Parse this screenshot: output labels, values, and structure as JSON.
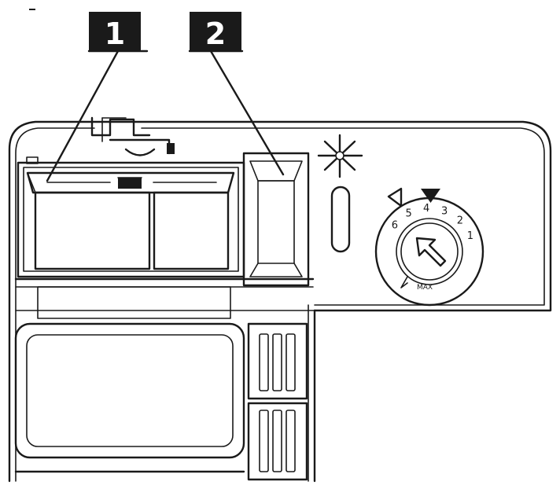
{
  "callouts": [
    {
      "label": "1"
    },
    {
      "label": "2"
    }
  ],
  "dial": {
    "numbers": [
      "6",
      "5",
      "4",
      "3",
      "2",
      "1"
    ],
    "max_label": "MAX"
  },
  "colors": {
    "ink": "#1a1a1a",
    "background": "#ffffff"
  }
}
